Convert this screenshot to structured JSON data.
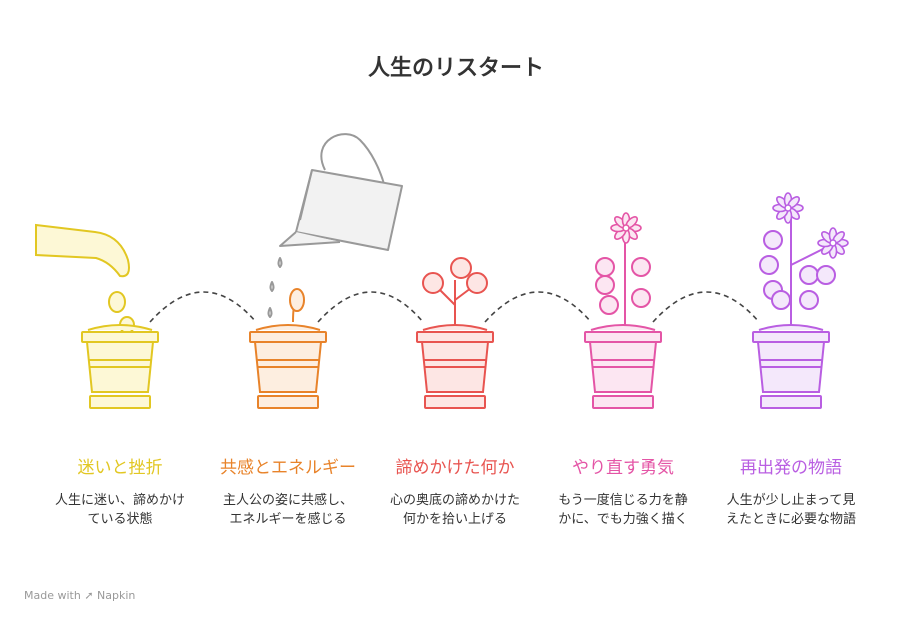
{
  "title": "人生のリスタート",
  "stages": [
    {
      "title": "迷いと挫折",
      "desc": "人生に迷い、諦めかけている状態",
      "color": "#e2c722",
      "fill": "#fdf8d6",
      "plant": "hand-coins"
    },
    {
      "title": "共感とエネルギー",
      "desc": "主人公の姿に共感し、エネルギーを感じる",
      "color": "#e8832a",
      "fill": "#fdeee0",
      "plant": "sprout"
    },
    {
      "title": "諦めかけた何か",
      "desc": "心の奥底の諦めかけた何かを拾い上げる",
      "color": "#e85450",
      "fill": "#fde6e4",
      "plant": "young-plant"
    },
    {
      "title": "やり直す勇気",
      "desc": "もう一度信じる力を静かに、でも力強く描く",
      "color": "#e455a6",
      "fill": "#fce6f2",
      "plant": "flowering-plant"
    },
    {
      "title": "再出発の物語",
      "desc": "人生が少し止まって見えたときに必要な物語",
      "color": "#b95ee2",
      "fill": "#f4e8fb",
      "plant": "blooming-plant"
    }
  ],
  "footer": {
    "made_with": "Made with",
    "brand": "Napkin"
  }
}
